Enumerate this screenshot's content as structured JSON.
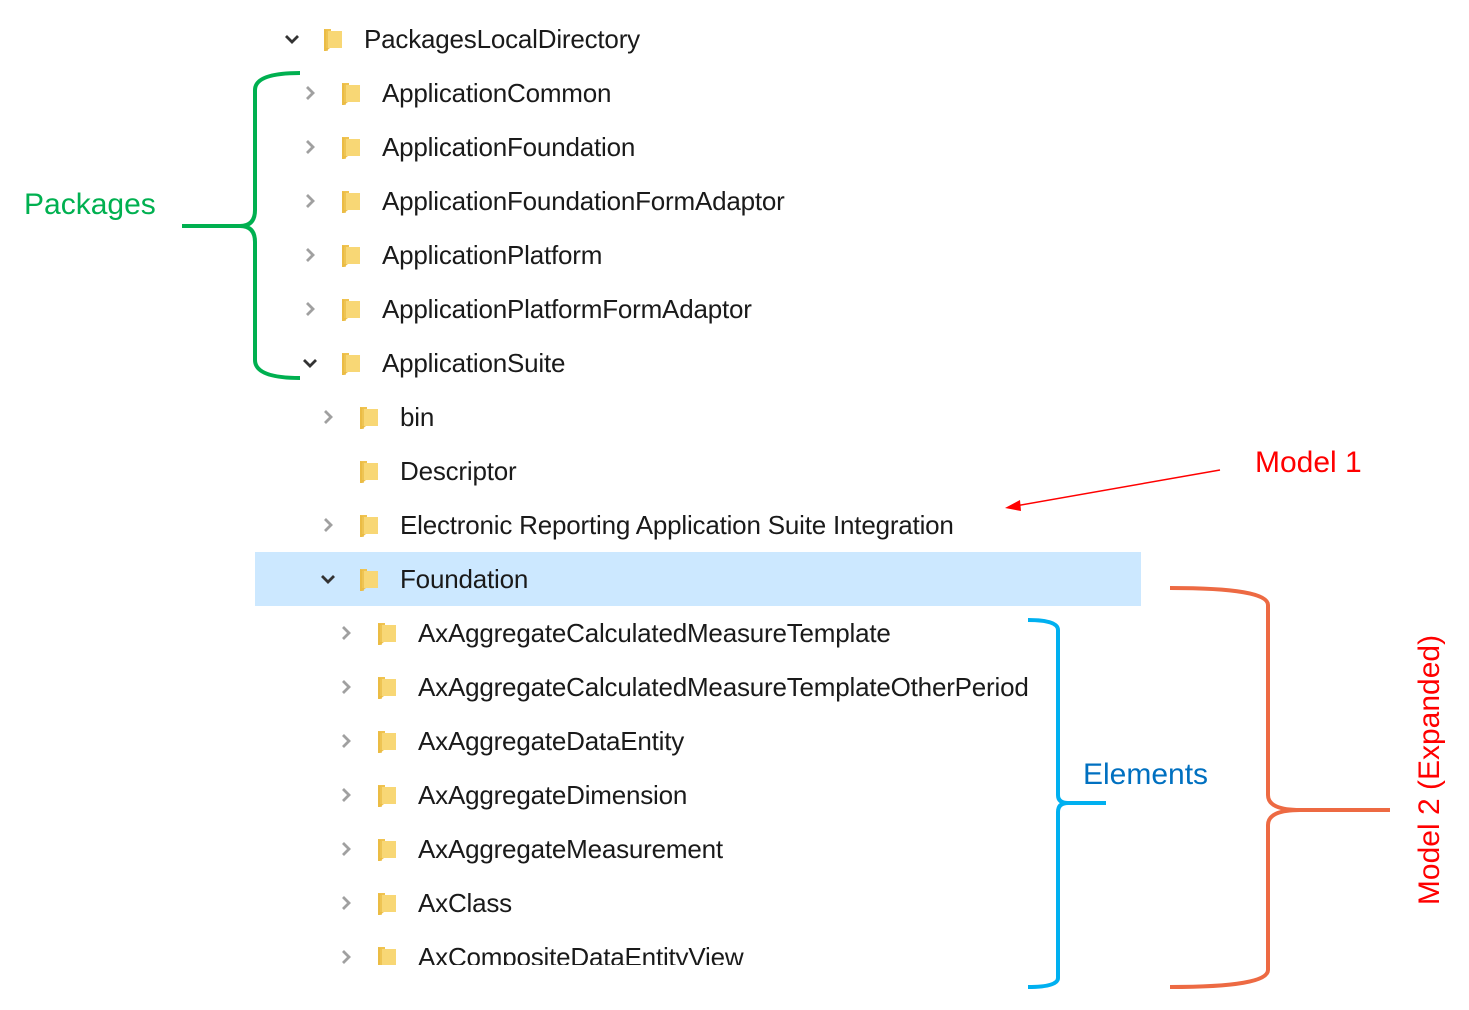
{
  "tree": {
    "rows": [
      {
        "label": "PackagesLocalDirectory",
        "level": 0,
        "expander": "expanded",
        "selected": false
      },
      {
        "label": "ApplicationCommon",
        "level": 1,
        "expander": "collapsed",
        "selected": false
      },
      {
        "label": "ApplicationFoundation",
        "level": 1,
        "expander": "collapsed",
        "selected": false
      },
      {
        "label": "ApplicationFoundationFormAdaptor",
        "level": 1,
        "expander": "collapsed",
        "selected": false
      },
      {
        "label": "ApplicationPlatform",
        "level": 1,
        "expander": "collapsed",
        "selected": false
      },
      {
        "label": "ApplicationPlatformFormAdaptor",
        "level": 1,
        "expander": "collapsed",
        "selected": false
      },
      {
        "label": "ApplicationSuite",
        "level": 1,
        "expander": "expanded",
        "selected": false
      },
      {
        "label": "bin",
        "level": 2,
        "expander": "collapsed",
        "selected": false
      },
      {
        "label": "Descriptor",
        "level": 2,
        "expander": "none",
        "selected": false
      },
      {
        "label": "Electronic Reporting Application Suite Integration",
        "level": 2,
        "expander": "collapsed",
        "selected": false
      },
      {
        "label": "Foundation",
        "level": 2,
        "expander": "expanded",
        "selected": true
      },
      {
        "label": "AxAggregateCalculatedMeasureTemplate",
        "level": 3,
        "expander": "collapsed",
        "selected": false
      },
      {
        "label": "AxAggregateCalculatedMeasureTemplateOtherPeriod",
        "level": 3,
        "expander": "collapsed",
        "selected": false
      },
      {
        "label": "AxAggregateDataEntity",
        "level": 3,
        "expander": "collapsed",
        "selected": false
      },
      {
        "label": "AxAggregateDimension",
        "level": 3,
        "expander": "collapsed",
        "selected": false
      },
      {
        "label": "AxAggregateMeasurement",
        "level": 3,
        "expander": "collapsed",
        "selected": false
      },
      {
        "label": "AxClass",
        "level": 3,
        "expander": "collapsed",
        "selected": false
      },
      {
        "label": "AxCompositeDataEntityView",
        "level": 3,
        "expander": "collapsed",
        "selected": false
      }
    ]
  },
  "annotations": {
    "packages": {
      "label": "Packages",
      "color": "#00b050"
    },
    "model1": {
      "label": "Model 1",
      "color": "#ff0000"
    },
    "elements": {
      "label": "Elements",
      "color": "#0070c0",
      "bracket_color": "#00b0f0"
    },
    "model2": {
      "label": "Model 2 (Expanded)",
      "color": "#ff0000",
      "bracket_color": "#ed6a43"
    }
  },
  "colors": {
    "selection": "#cce8ff",
    "folder": "#f8d775",
    "chevron_expanded": "#333333",
    "chevron_collapsed": "#a0a0a0"
  }
}
